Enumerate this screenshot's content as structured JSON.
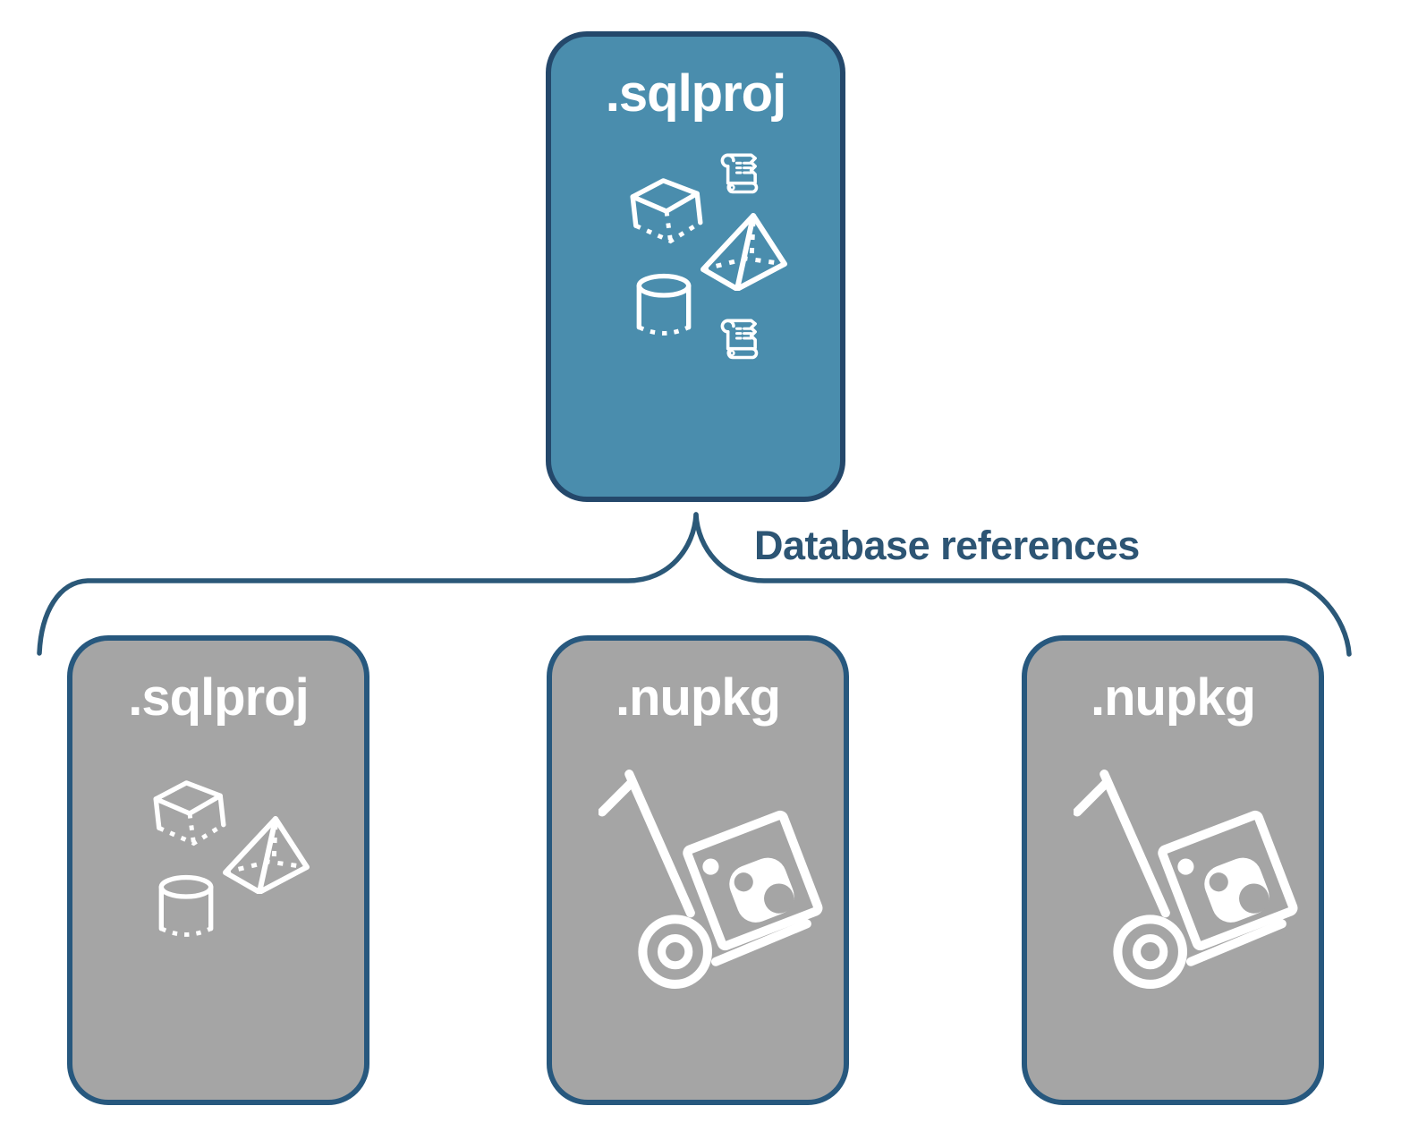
{
  "colors": {
    "root_fill": "#4a8dad",
    "root_border": "#24486b",
    "ref_fill": "#a5a5a5",
    "ref_border": "#27587e",
    "connector_line": "#2b5878",
    "edge_label_text": "#2d5574",
    "icon_stroke": "#ffffff"
  },
  "root_node": {
    "label": ".sqlproj",
    "type": "sql-project",
    "icons": [
      "script-scroll-icon",
      "cube-icon",
      "pyramid-icon",
      "database-cylinder-icon",
      "script-scroll-icon"
    ]
  },
  "edge_label": "Database references",
  "child_nodes": [
    {
      "label": ".sqlproj",
      "type": "sql-project",
      "icons": [
        "cube-icon",
        "pyramid-icon",
        "database-cylinder-icon"
      ]
    },
    {
      "label": ".nupkg",
      "type": "nuget-package",
      "icons": [
        "handtruck-package-icon"
      ]
    },
    {
      "label": ".nupkg",
      "type": "nuget-package",
      "icons": [
        "handtruck-package-icon"
      ]
    }
  ]
}
